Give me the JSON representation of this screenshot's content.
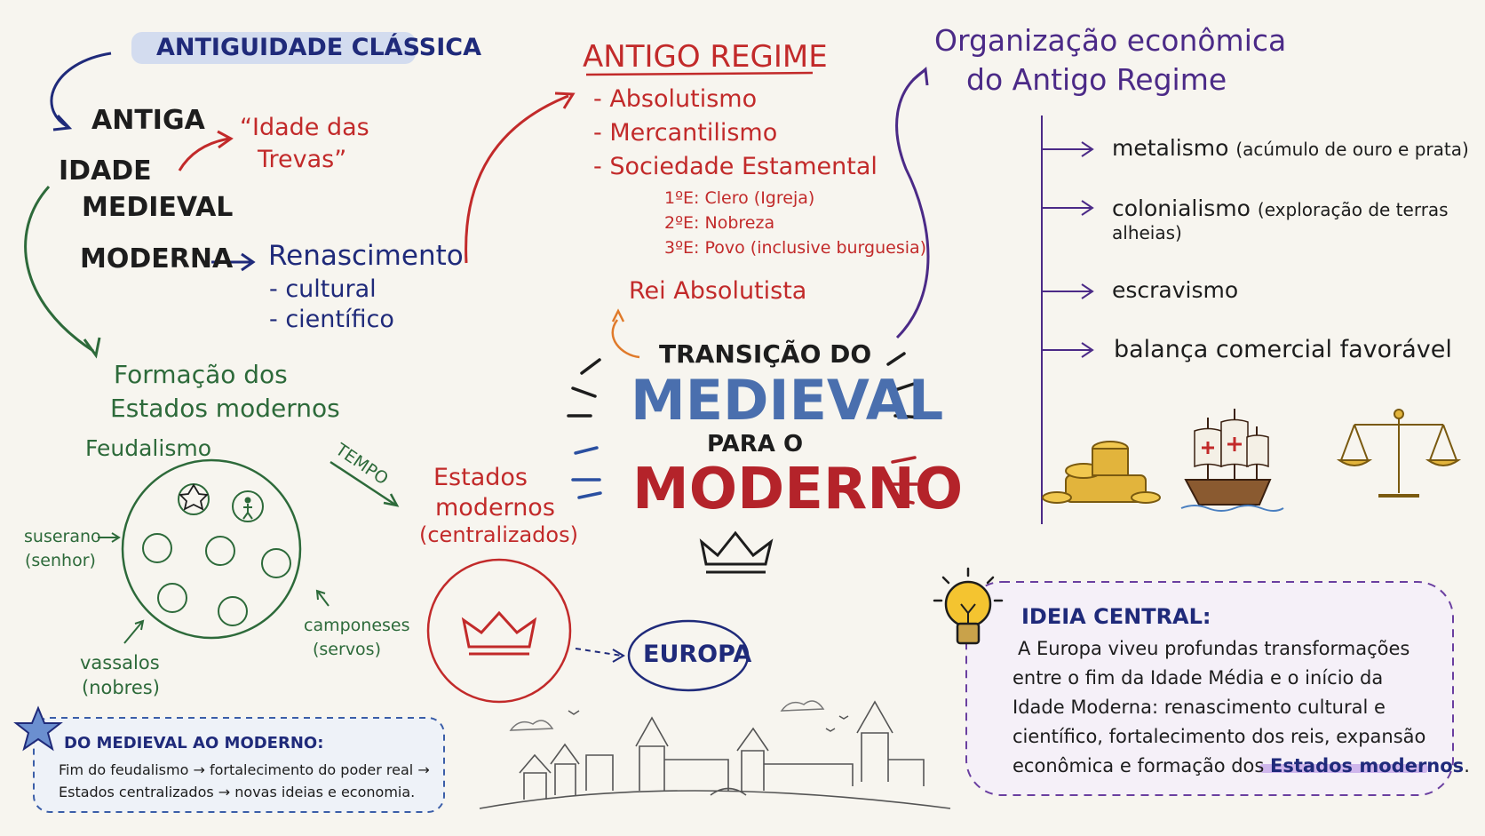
{
  "colors": {
    "blue": "#1f2a7a",
    "red": "#c22a2a",
    "green": "#2d6a3a",
    "purple": "#4b2a87",
    "dark": "#1d1d1d",
    "medieval": "#4a6fae",
    "moderno": "#b4232a"
  },
  "left": {
    "antiguidade": "ANTIGUIDADE CLÁSSICA",
    "antiga": "ANTIGA",
    "idade": "IDADE",
    "medieval": "MEDIEVAL",
    "moderna": "MODERNA",
    "trevas_line1": "“Idade das",
    "trevas_line2": "Trevas”",
    "renascimento": "Renascimento",
    "renasc_items": [
      "- cultural",
      "- científico"
    ],
    "formacao_line1": "Formação dos",
    "formacao_line2": "Estados modernos",
    "feudalismo": "Feudalismo",
    "tempo": "TEMPO",
    "suserano": "suserano",
    "senhor": "(senhor)",
    "vassalos": "vassalos",
    "nobres": "(nobres)",
    "camponeses": "camponeses",
    "servos": "(servos)",
    "estados_line1": "Estados",
    "estados_line2": "modernos",
    "estados_line3": "(centralizados)",
    "europa": "EUROPA"
  },
  "center": {
    "antigo_regime": "ANTIGO REGIME",
    "regime_items": [
      "- Absolutismo",
      "- Mercantilismo",
      "- Sociedade Estamental"
    ],
    "estados": [
      "1ºE: Clero (Igreja)",
      "2ºE: Nobreza",
      "3ºE: Povo (inclusive burguesia)"
    ],
    "rei": "Rei Absolutista",
    "transicao": "TRANSIÇÃO DO",
    "medieval": "MEDIEVAL",
    "para_o": "PARA O",
    "moderno": "MODERNO"
  },
  "right": {
    "title_line1": "Organização econômica",
    "title_line2": "do Antigo Regime",
    "items": [
      {
        "main": "metalismo",
        "note": "(acúmulo de ouro e prata)"
      },
      {
        "main": "colonialismo",
        "note": "(exploração de terras"
      },
      {
        "main": "",
        "note": "alheias)"
      },
      {
        "main": "escravismo",
        "note": ""
      },
      {
        "main": "balança comercial favorável",
        "note": ""
      }
    ]
  },
  "bottom_left": {
    "title": "DO MEDIEVAL AO MODERNO:",
    "line1": "Fim do feudalismo → fortalecimento do poder real →",
    "line2": "Estados centralizados → novas ideias e economia."
  },
  "ideia": {
    "title": "IDEIA CENTRAL:",
    "lines": [
      "A Europa viveu profundas transformações",
      "entre o fim da Idade Média e o início da",
      "Idade Moderna: renascimento cultural e",
      "científico, fortalecimento dos reis, expansão",
      "econômica e formação dos"
    ],
    "highlight": "Estados modernos",
    "end": "."
  }
}
